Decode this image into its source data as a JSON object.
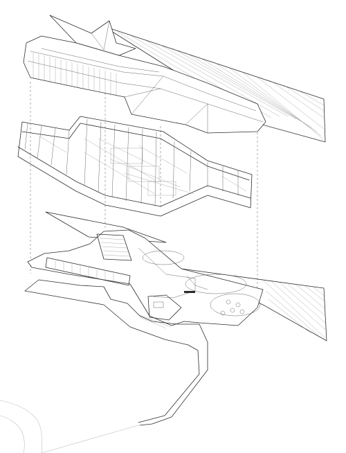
{
  "drawing": {
    "kind": "exploded-axonometric",
    "layers": [
      "roof-shell",
      "structural-frame",
      "ground-floor-plan",
      "site-path"
    ],
    "line_color": "#2b2b2b",
    "background_color": "#ffffff"
  }
}
